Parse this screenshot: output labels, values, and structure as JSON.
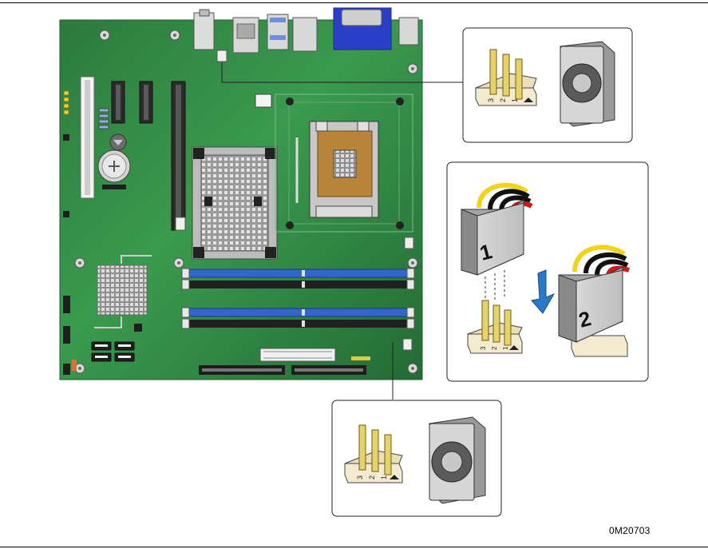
{
  "figure": {
    "figure_id": "0M20703",
    "pin_labels": [
      "1",
      "2",
      "3"
    ],
    "connector_labels": [
      "1",
      "2"
    ]
  },
  "colors": {
    "board": "#2f8a45",
    "dimm_blue": "#3366c8",
    "dimm_black": "#202020",
    "vga_blue": "#2a3fc8",
    "wire_yellow": "#f3d21a",
    "wire_black": "#111111",
    "wire_red": "#d01818",
    "arrow_blue": "#2a78c8"
  }
}
